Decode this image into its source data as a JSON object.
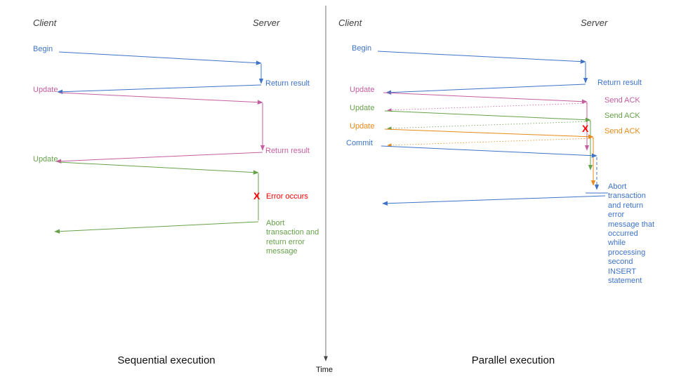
{
  "titles": {
    "sequential": "Sequential execution",
    "parallel": "Parallel execution",
    "time": "Time"
  },
  "seq": {
    "client": "Client",
    "server": "Server",
    "begin": "Begin",
    "return1": "Return result",
    "update1": "Update",
    "return2": "Return result",
    "update2": "Update",
    "x": "X",
    "error": "Error occurs",
    "abort": "Abort transaction and return error message"
  },
  "par": {
    "client": "Client",
    "server": "Server",
    "begin": "Begin",
    "return1": "Return result",
    "update1": "Update",
    "ack1": "Send ACK",
    "update2": "Update",
    "ack2": "Send ACK",
    "update3": "Update",
    "ack3": "Send ACK",
    "commit": "Commit",
    "x": "X",
    "abort": "Abort transaction and return error message that occurred while processing second INSERT statement"
  },
  "colors": {
    "blue": "#3e73c8",
    "pink": "#c45ea0",
    "green": "#67a14a",
    "orange": "#e68a19",
    "red": "#ff0000",
    "axis": "#666666"
  }
}
